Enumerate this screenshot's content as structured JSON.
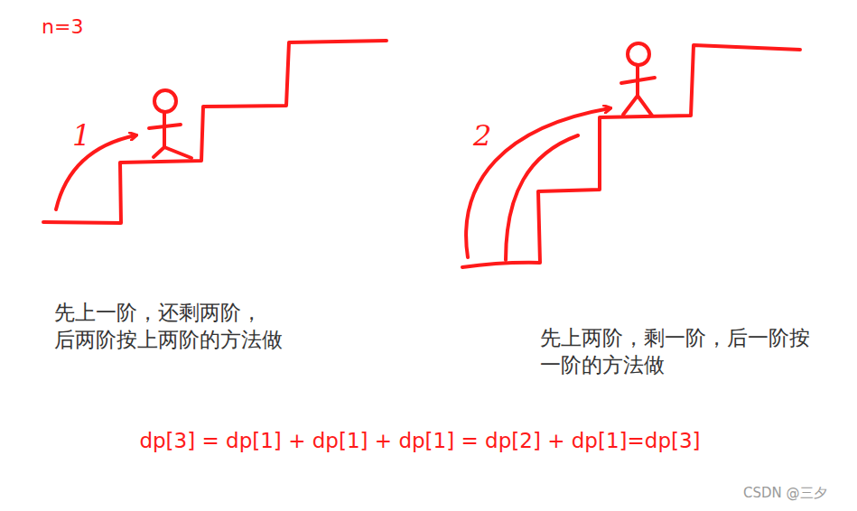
{
  "diagram": {
    "labels": [
      "n=3",
      "1",
      "2",
      "先上一阶，还剩两阶， 后两阶按上两阶的方法做",
      "先上两阶，剩一阶，后一阶按 一阶的方法做",
      "dp[3] = dp[1] + dp[1] + dp[1] = dp[2] + dp[1]=dp[3]",
      "CSDN @三夕"
    ]
  }
}
